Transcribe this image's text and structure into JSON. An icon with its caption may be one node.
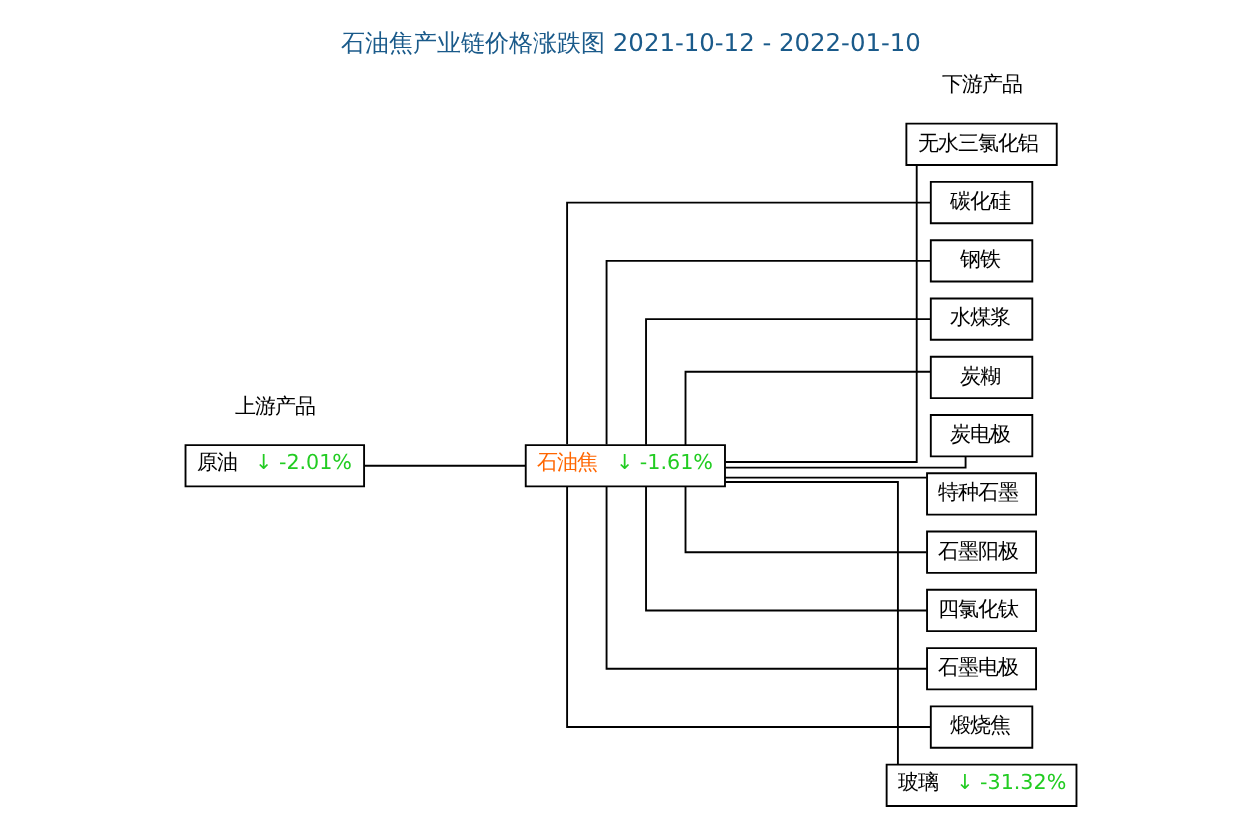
{
  "diagram": {
    "title": "石油焦产业链价格涨跌图 2021-10-12 - 2022-01-10",
    "nodes": [
      {
        "text": [
          "原油",
          "↓ -2.01%"
        ]
      },
      {
        "text": [
          "石油焦",
          "↓ -1.61%"
        ]
      },
      {
        "text": [
          "无水三氯化铝"
        ]
      },
      {
        "text": [
          "碳化硅"
        ]
      },
      {
        "text": [
          "钢铁"
        ]
      },
      {
        "text": [
          "水煤浆"
        ]
      },
      {
        "text": [
          "炭糊"
        ]
      },
      {
        "text": [
          "炭电极"
        ]
      },
      {
        "text": [
          "特种石墨"
        ]
      },
      {
        "text": [
          "石墨阳极"
        ]
      },
      {
        "text": [
          "四氯化钛"
        ]
      },
      {
        "text": [
          "石墨电极"
        ]
      },
      {
        "text": [
          "煅烧焦"
        ]
      },
      {
        "text": [
          "玻璃",
          "↓ -31.32%"
        ]
      }
    ],
    "edges": [
      {
        "from": 0,
        "to": 1,
        "arrow": "none"
      },
      {
        "from": 1,
        "to": 2,
        "arrow": "none"
      },
      {
        "from": 1,
        "to": 3,
        "arrow": "none"
      },
      {
        "from": 1,
        "to": 4,
        "arrow": "none"
      },
      {
        "from": 1,
        "to": 5,
        "arrow": "none"
      },
      {
        "from": 1,
        "to": 6,
        "arrow": "none"
      },
      {
        "from": 1,
        "to": 7,
        "arrow": "none"
      },
      {
        "from": 1,
        "to": 8,
        "arrow": "none"
      },
      {
        "from": 1,
        "to": 9,
        "arrow": "none"
      },
      {
        "from": 1,
        "to": 10,
        "arrow": "none"
      },
      {
        "from": 1,
        "to": 11,
        "arrow": "none"
      },
      {
        "from": 1,
        "to": 12,
        "arrow": "none"
      },
      {
        "from": 1,
        "to": 13,
        "arrow": "none"
      }
    ],
    "labels": [
      "上游产品",
      "下游产品"
    ]
  }
}
